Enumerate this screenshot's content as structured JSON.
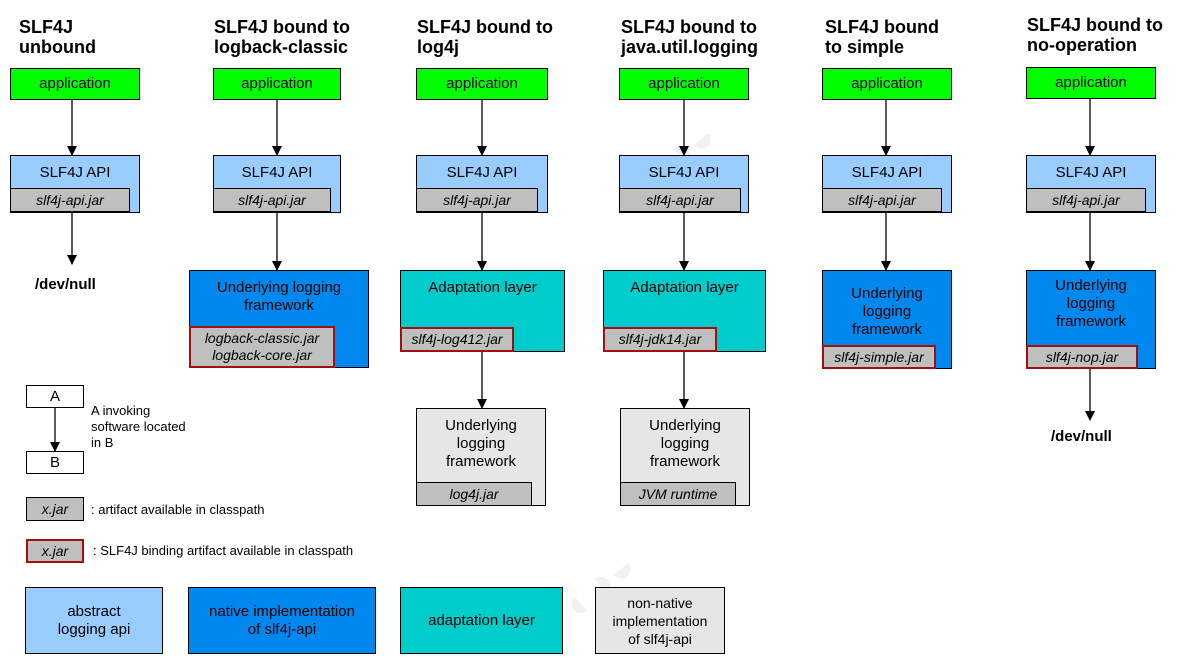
{
  "columns": [
    {
      "title": "SLF4J\nunbound",
      "application": "application",
      "api": "SLF4J API",
      "api_jar": "slf4j-api.jar",
      "target": "/dev/null"
    },
    {
      "title": "SLF4J bound to\nlogback-classic",
      "application": "application",
      "api": "SLF4J API",
      "api_jar": "slf4j-api.jar",
      "impl": "Underlying logging\nframework",
      "impl_jars": "logback-classic.jar\nlogback-core.jar"
    },
    {
      "title": "SLF4J bound to\nlog4j",
      "application": "application",
      "api": "SLF4J API",
      "api_jar": "slf4j-api.jar",
      "adapter": "Adaptation layer",
      "adapter_jar": "slf4j-log412.jar",
      "native": "Underlying\nlogging\nframework",
      "native_jar": "log4j.jar"
    },
    {
      "title": "SLF4J bound to\njava.util.logging",
      "application": "application",
      "api": "SLF4J API",
      "api_jar": "slf4j-api.jar",
      "adapter": "Adaptation layer",
      "adapter_jar": "slf4j-jdk14.jar",
      "native": "Underlying\nlogging\nframework",
      "native_jar": "JVM runtime"
    },
    {
      "title": "SLF4J bound\nto simple",
      "application": "application",
      "api": "SLF4J API",
      "api_jar": "slf4j-api.jar",
      "impl": "Underlying\nlogging\nframework",
      "impl_jars": "slf4j-simple.jar"
    },
    {
      "title": "SLF4J bound to\nno-operation",
      "application": "application",
      "api": "SLF4J API",
      "api_jar": "slf4j-api.jar",
      "impl": "Underlying\nlogging\nframework",
      "impl_jars": "slf4j-nop.jar",
      "target": "/dev/null"
    }
  ],
  "legend": {
    "box_a": "A",
    "box_b": "B",
    "invoke_text": "A invoking\nsoftware located\nin B",
    "jar_label": "x.jar",
    "jar_text": ": artifact available in classpath",
    "binding_label": "x.jar",
    "binding_text": ": SLF4J binding artifact available in classpath",
    "abstract": "abstract\nlogging api",
    "native": "native implementation\nof slf4j-api",
    "adaptation": "adaptation layer",
    "non_native": "non-native\nimplementation\nof slf4j-api"
  },
  "colors": {
    "application": "#00ff00",
    "abstract_api": "#99ccff",
    "native_impl": "#0088ee",
    "adaptation": "#00cccc",
    "non_native": "#e6e6e6",
    "jar": "#bfbfbf",
    "binding_border": "#a01010"
  }
}
